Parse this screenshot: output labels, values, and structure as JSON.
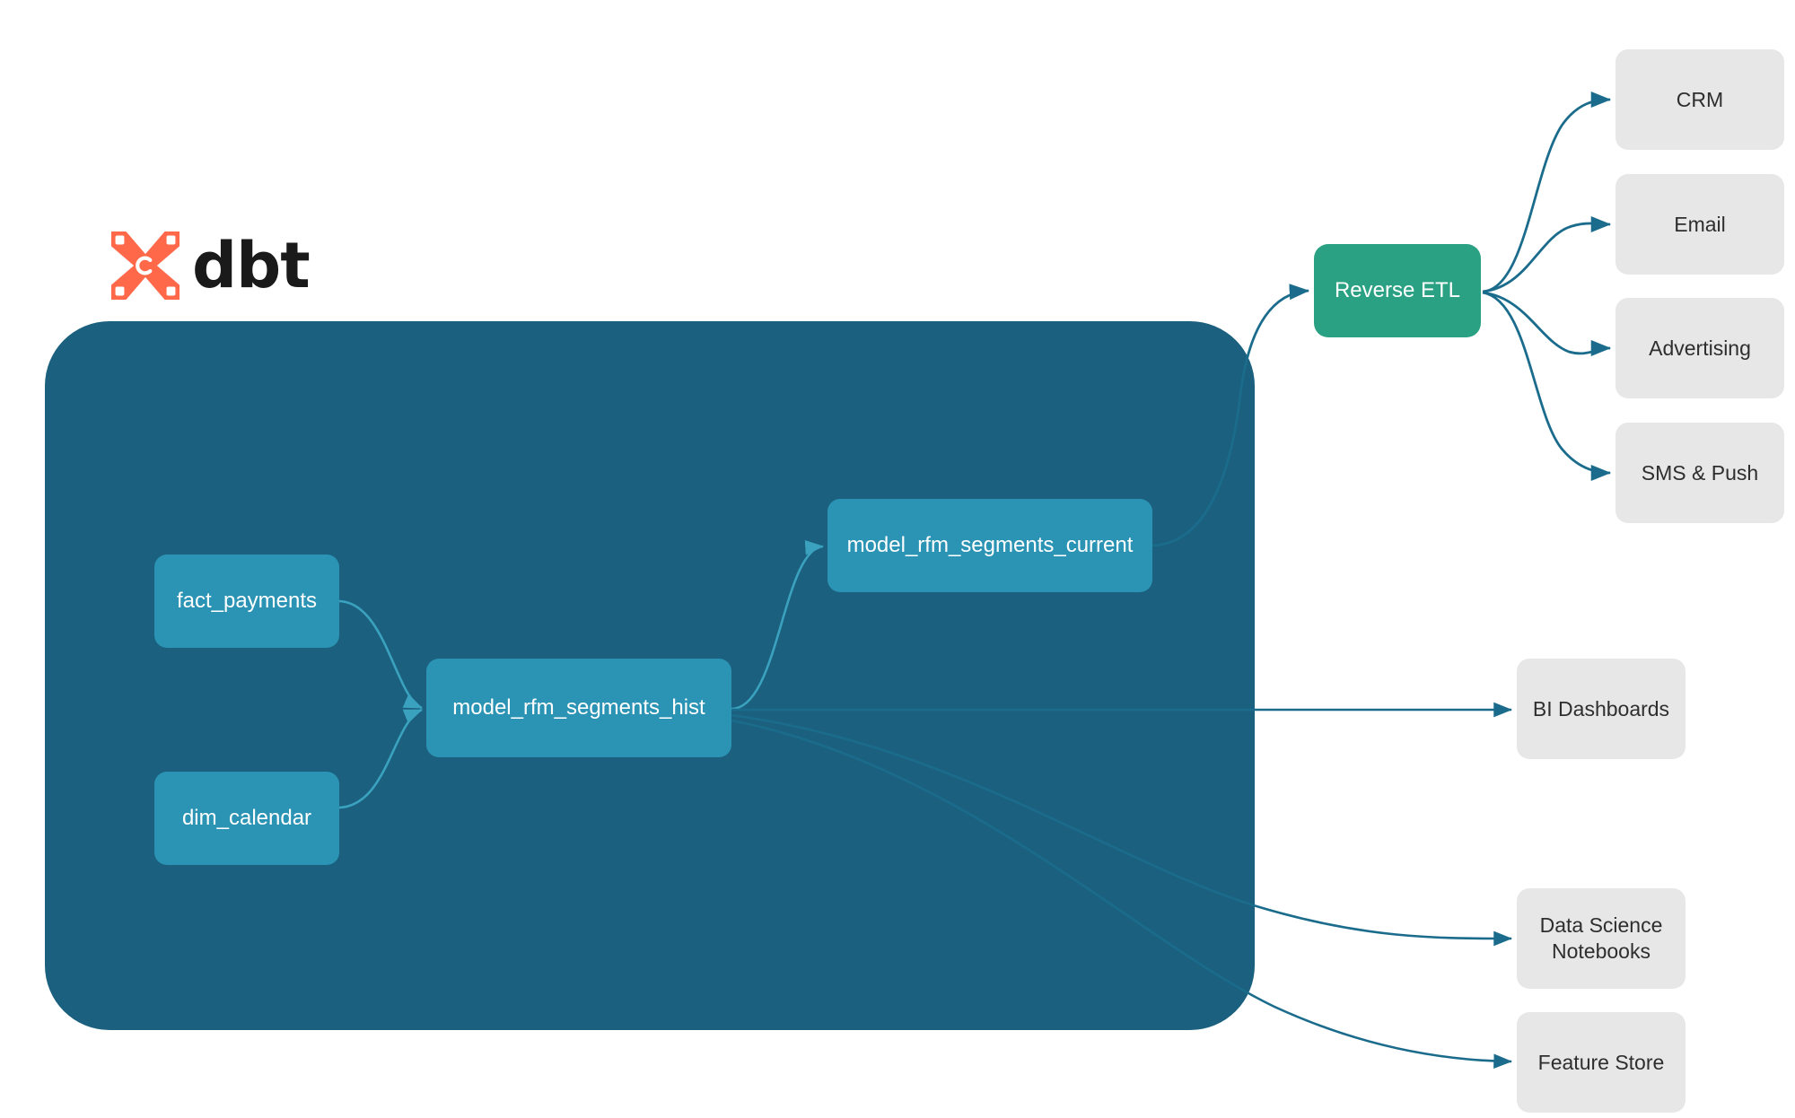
{
  "diagram": {
    "title": "dbt RFM segmentation lineage and activation",
    "colors": {
      "container": "#1b607e",
      "model_node": "#2b93b4",
      "reverse_etl_node": "#2ba183",
      "destination_node": "#e7e7e7",
      "edge": "#1b6c8c",
      "edge_inner": "#3aa2bf",
      "dbt_orange": "#ff694a",
      "background": "#ffffff"
    }
  },
  "brand": {
    "logo_icon": "dbt-logo-icon",
    "wordmark": "dbt"
  },
  "container": {
    "name": "dbt-project-container"
  },
  "nodes": {
    "models": [
      {
        "id": "fact_payments",
        "label": "fact_payments"
      },
      {
        "id": "dim_calendar",
        "label": "dim_calendar"
      },
      {
        "id": "model_rfm_segments_hist",
        "label": "model_rfm_segments_hist"
      },
      {
        "id": "model_rfm_segments_current",
        "label": "model_rfm_segments_current"
      }
    ],
    "reverse_etl": {
      "id": "reverse_etl",
      "label": "Reverse ETL"
    },
    "destinations": [
      {
        "id": "crm",
        "label": "CRM"
      },
      {
        "id": "email",
        "label": "Email"
      },
      {
        "id": "advertising",
        "label": "Advertising"
      },
      {
        "id": "sms_push",
        "label": "SMS & Push"
      },
      {
        "id": "bi_dashboards",
        "label": "BI Dashboards"
      },
      {
        "id": "ds_notebooks",
        "label": "Data Science\nNotebooks",
        "line1": "Data Science",
        "line2": "Notebooks"
      },
      {
        "id": "feature_store",
        "label": "Feature Store"
      }
    ]
  },
  "edges": [
    {
      "from": "fact_payments",
      "to": "model_rfm_segments_hist"
    },
    {
      "from": "dim_calendar",
      "to": "model_rfm_segments_hist"
    },
    {
      "from": "model_rfm_segments_hist",
      "to": "model_rfm_segments_current"
    },
    {
      "from": "model_rfm_segments_current",
      "to": "reverse_etl"
    },
    {
      "from": "model_rfm_segments_hist",
      "to": "bi_dashboards"
    },
    {
      "from": "model_rfm_segments_hist",
      "to": "ds_notebooks"
    },
    {
      "from": "model_rfm_segments_hist",
      "to": "feature_store"
    },
    {
      "from": "reverse_etl",
      "to": "crm"
    },
    {
      "from": "reverse_etl",
      "to": "email"
    },
    {
      "from": "reverse_etl",
      "to": "advertising"
    },
    {
      "from": "reverse_etl",
      "to": "sms_push"
    }
  ]
}
